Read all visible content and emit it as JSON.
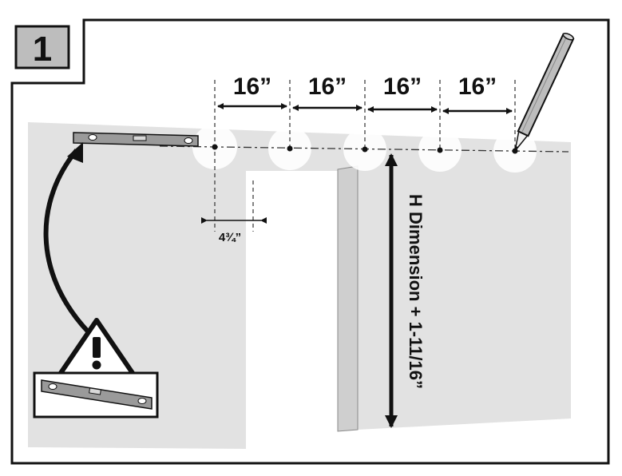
{
  "step_number": "1",
  "spacing_labels": [
    "16”",
    "16”",
    "16”",
    "16”"
  ],
  "offset_label": "4¾”",
  "height_label": "H Dimension + 1-11/16”",
  "colors": {
    "wall": "#e2e2e2",
    "wall_edge": "#c9c9c9",
    "opening": "#ffffff",
    "jamb": "#cfcfcf",
    "outline": "#111111",
    "step_box": "#bdbdbd",
    "level": "#9a9a9a",
    "highlight": "#ffffff"
  },
  "icons": {
    "warning": "warning-triangle-icon",
    "pencil": "pencil-icon",
    "level": "spirit-level-icon"
  }
}
